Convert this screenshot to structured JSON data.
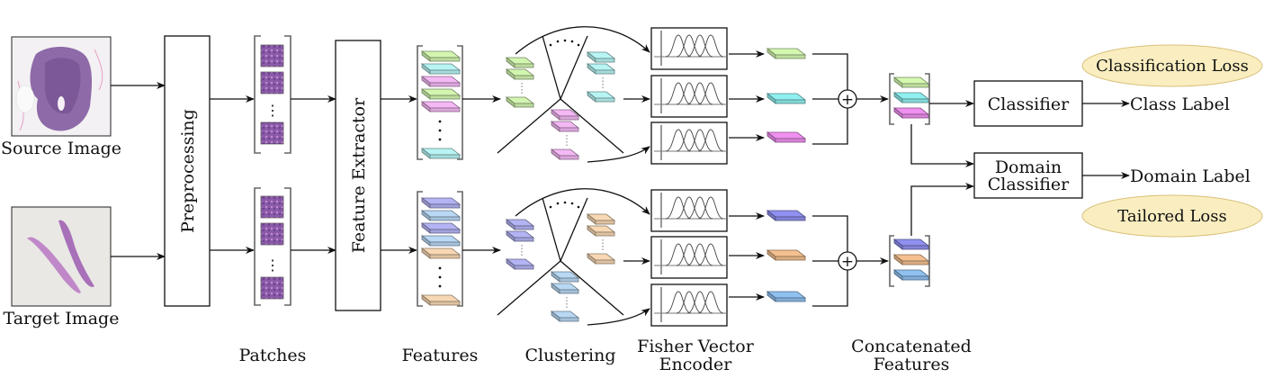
{
  "diagram": {
    "title": "Domain adaptation pipeline with Fisher Vector encoding",
    "inputs": {
      "source_label": "Source Image",
      "target_label": "Target Image"
    },
    "blocks": {
      "preprocessing": "Preprocessing",
      "feature_extractor": "Feature Extractor",
      "classifier": "Classifier",
      "domain_classifier_line1": "Domain",
      "domain_classifier_line2": "Classifier"
    },
    "outputs": {
      "class_label": "Class Label",
      "domain_label": "Domain Label"
    },
    "losses": {
      "classification_loss": "Classification Loss",
      "tailored_loss": "Tailored Loss",
      "fill": "#faeec0",
      "stroke": "#d8c07a"
    },
    "stage_captions": {
      "patches": "Patches",
      "features": "Features",
      "clustering": "Clustering",
      "fisher_line1": "Fisher Vector",
      "fisher_line2": "Encoder",
      "concat_line1": "Concatenated",
      "concat_line2": "Features"
    },
    "feature_colors": {
      "green": "#d2f5b0",
      "cyan": "#b8f4f4",
      "pink": "#f4b8f4",
      "purple": "#b4b4f4",
      "blue": "#b8d8f4",
      "orange": "#f8d8b4"
    },
    "fv_colors": {
      "green": "#d4f8b0",
      "cyan": "#90f0f0",
      "pink": "#f090f0",
      "purple": "#9090f0",
      "orange": "#f4c090",
      "blue": "#90c0f0"
    },
    "source_feature_stack": [
      "green",
      "cyan",
      "pink",
      "green",
      "pink",
      "cyan"
    ],
    "target_feature_stack": [
      "purple",
      "blue",
      "purple",
      "blue",
      "orange",
      "orange"
    ],
    "source_clusters": [
      "green",
      "cyan",
      "pink"
    ],
    "target_clusters": [
      "purple",
      "orange",
      "blue"
    ],
    "plus_symbol": "+",
    "ellipsis": "⋮"
  }
}
